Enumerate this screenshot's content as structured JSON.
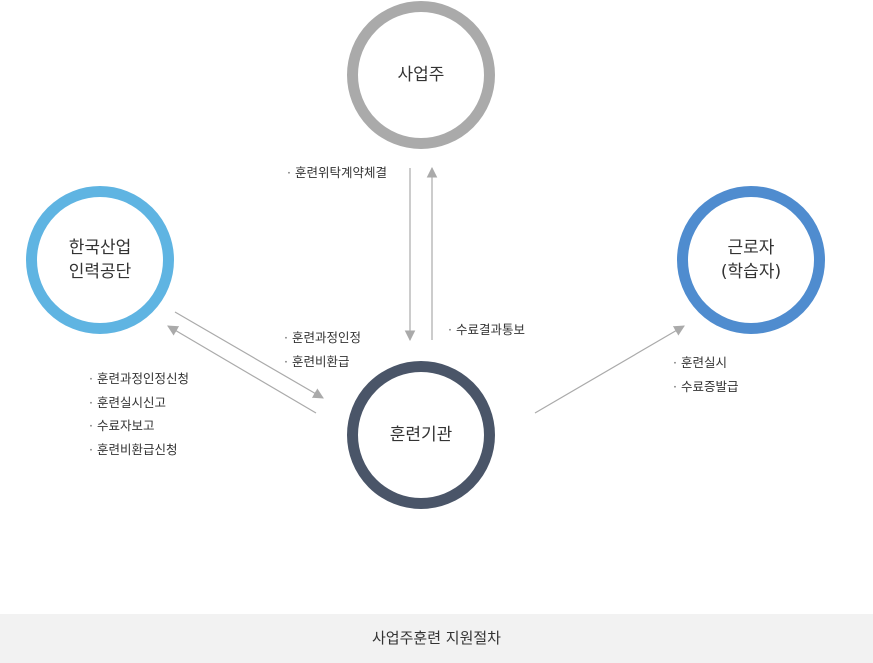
{
  "nodes": {
    "employer": {
      "label": "사업주",
      "color": "#aaaaaa"
    },
    "hrd_korea": {
      "line1": "한국산업",
      "line2": "인력공단",
      "color": "#5fb4e2"
    },
    "training_institution": {
      "label": "훈련기관",
      "color": "#4a5568"
    },
    "worker": {
      "line1": "근로자",
      "line2": "(학습자)",
      "color": "#4f8ccf"
    }
  },
  "labels": {
    "employer_to_institution": [
      "훈련위탁계약체결"
    ],
    "institution_to_employer": [
      "수료결과통보"
    ],
    "hrd_to_institution": [
      "훈련과정인정",
      "훈련비환급"
    ],
    "institution_to_hrd": [
      "훈련과정인정신청",
      "훈련실시신고",
      "수료자보고",
      "훈련비환급신청"
    ],
    "institution_to_worker": [
      "훈련실시",
      "수료증발급"
    ]
  },
  "arrow_color": "#aaaaaa",
  "footer": {
    "title": "사업주훈련 지원절차"
  }
}
